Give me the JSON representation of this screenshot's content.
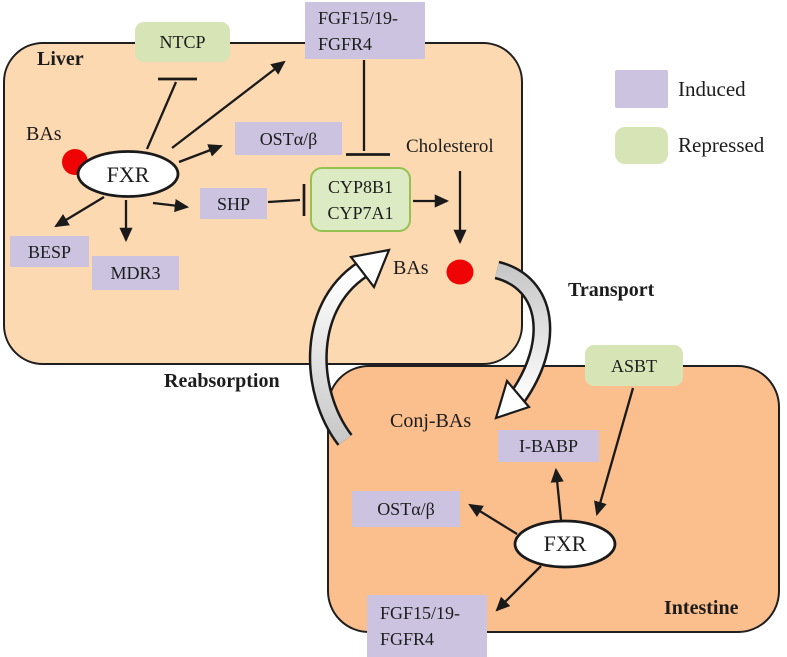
{
  "regions": {
    "liver": "Liver",
    "intestine": "Intestine"
  },
  "legend": {
    "induced": "Induced",
    "repressed": "Repressed"
  },
  "labels": {
    "bas_outside": "BAs",
    "bas_liver": "BAs",
    "cholesterol": "Cholesterol",
    "conj_bas": "Conj-BAs",
    "transport": "Transport",
    "reabsorption": "Reabsorption"
  },
  "fxr": {
    "liver": "FXR",
    "intestine": "FXR"
  },
  "nodes": {
    "ntcp": "NTCP",
    "fgf_liver": {
      "line1": "FGF15/19-",
      "line2": "FGFR4"
    },
    "ost_liver": "OSTα/β",
    "shp": "SHP",
    "besp": "BESP",
    "mdr3": "MDR3",
    "cyp": {
      "line1": "CYP8B1",
      "line2": "CYP7A1"
    },
    "asbt": "ASBT",
    "ibabp": "I-BABP",
    "ost_intestine": "OSTα/β",
    "fgf_intestine": {
      "line1": "FGF15/19-",
      "line2": "FGFR4"
    }
  },
  "colors": {
    "induced": "#ccc3e0",
    "repressed": "#d7e4b5",
    "repressed_border": "#95c151",
    "liver_fill": "#fcd9b1",
    "intestine_fill": "#fbbe8d",
    "red_dot": "#ee0404",
    "outline": "#1a1a1a",
    "arrow_gray": "#c7c7c7"
  },
  "edges": [
    {
      "from": "FXR_liver",
      "to": "NTCP",
      "effect": "represses"
    },
    {
      "from": "FXR_liver",
      "to": "FGF15/19-FGFR4",
      "effect": "induces"
    },
    {
      "from": "FXR_liver",
      "to": "OSTα/β",
      "effect": "induces"
    },
    {
      "from": "FXR_liver",
      "to": "SHP",
      "effect": "induces"
    },
    {
      "from": "FXR_liver",
      "to": "BESP",
      "effect": "induces"
    },
    {
      "from": "FXR_liver",
      "to": "MDR3",
      "effect": "induces"
    },
    {
      "from": "SHP",
      "to": "CYP8B1/CYP7A1",
      "effect": "represses"
    },
    {
      "from": "FGF15/19-FGFR4",
      "to": "CYP8B1/CYP7A1",
      "effect": "represses"
    },
    {
      "from": "CYP8B1/CYP7A1",
      "to": "Cholesterol-to-BAs",
      "effect": "catalyzes"
    },
    {
      "from": "Cholesterol",
      "to": "BAs",
      "effect": "converts"
    },
    {
      "from": "BAs_liver",
      "to": "Conj-BAs",
      "effect": "transport"
    },
    {
      "from": "Conj-BAs",
      "to": "BAs_liver",
      "effect": "reabsorption"
    },
    {
      "from": "ASBT",
      "to": "FXR_intestine",
      "effect": "activates"
    },
    {
      "from": "FXR_intestine",
      "to": "I-BABP",
      "effect": "induces"
    },
    {
      "from": "FXR_intestine",
      "to": "OSTα/β",
      "effect": "induces"
    },
    {
      "from": "FXR_intestine",
      "to": "FGF15/19-FGFR4",
      "effect": "induces"
    }
  ]
}
